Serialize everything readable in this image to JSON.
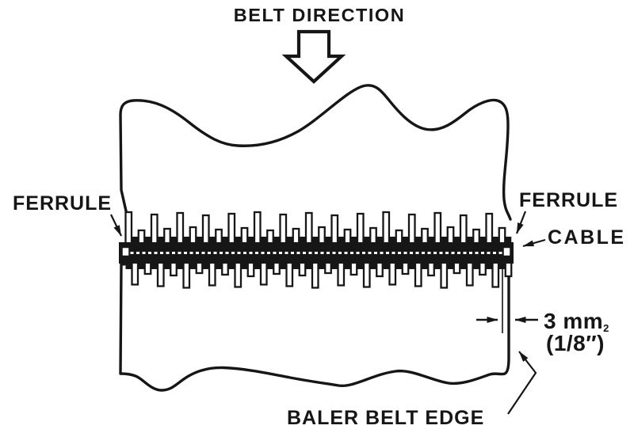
{
  "page": {
    "paper_color": "#ffffff",
    "ink_color": "#161616"
  },
  "diagram": {
    "title": "BELT DIRECTION",
    "labels": {
      "ferrule_left": "FERRULE",
      "ferrule_right": "FERRULE",
      "cable": "CABLE",
      "belt_edge": "BALER BELT EDGE"
    },
    "dimension": {
      "metric": "3 mm",
      "mark": "2",
      "imperial": "(1/8″)"
    },
    "icons": {
      "belt_direction_arrow": "down-arrow-icon"
    },
    "lacing": {
      "teeth_upper": 30,
      "teeth_lower": 30
    }
  }
}
